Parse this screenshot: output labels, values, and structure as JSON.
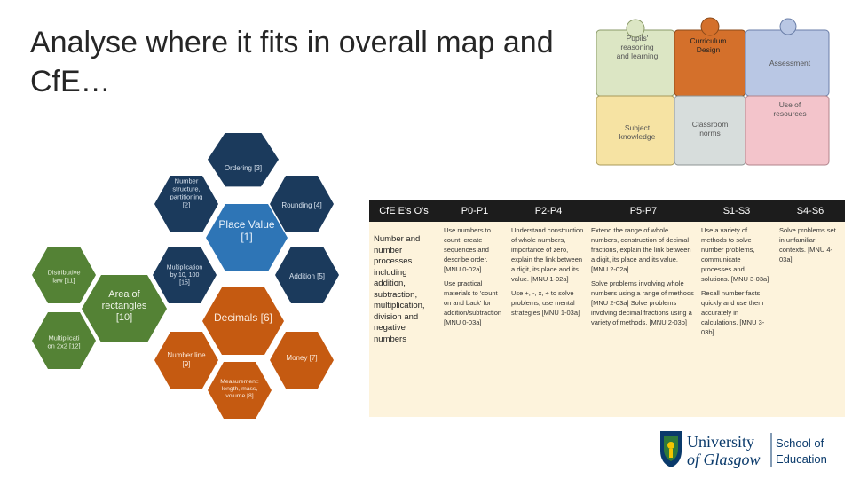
{
  "title": "Analyse where it fits in overall map and CfE…",
  "puzzle": {
    "pieces": [
      "Pupils' reasoning and learning",
      "Curriculum Design",
      "Assessment",
      "Subject knowledge",
      "Classroom norms",
      "Use of resources"
    ]
  },
  "hexagons": {
    "ordering": "Ordering [3]",
    "number_structure": "Number structure, partitioning [2]",
    "rounding": "Rounding [4]",
    "place_value": "Place Value [1]",
    "distributive": "Distributive law [11]",
    "multiplication": "Multiplication by 10, 100 [15]",
    "addition": "Addition [5]",
    "area": "Area of rectangles [10]",
    "decimals": "Decimals [6]",
    "multiplication_2x2": "Multiplicati on 2x2 [12]",
    "number_line": "Number line [9]",
    "money": "Money [7]",
    "measurement": "Measurement: length, mass, volume [8]"
  },
  "table": {
    "headers": [
      "CfE E's O's",
      "P0-P1",
      "P2-P4",
      "P5-P7",
      "S1-S3",
      "S4-S6"
    ],
    "row_label": "Number and number processes including addition, subtraction, multiplication, division and negative numbers",
    "p0_p1": [
      "Use numbers to count, create sequences and describe order. [MNU 0-02a]",
      "Use practical materials to 'count on and back' for addition/subtraction [MNU 0-03a]"
    ],
    "p2_p4": [
      "Understand construction of whole numbers, importance of zero, explain the link between a digit, its place and its value. [MNU 1-02a]",
      "Use +, -, x, ÷ to solve problems, use mental strategies [MNU 1-03a]"
    ],
    "p5_p7": [
      "Extend the range of whole numbers, construction of decimal fractions, explain the link between a digit, its place and its value. [MNU 2-02a]",
      "Solve problems involving whole numbers using a range of methods [MNU 2-03a] Solve problems involving decimal fractions using a variety of methods. [MNU 2-03b]"
    ],
    "s1_s3": [
      "Use a variety of methods to solve number problems, communicate processes and solutions. [MNU 3-03a]",
      "Recall number facts quickly and use them accurately in calculations. [MNU 3-03b]"
    ],
    "s4_s6": [
      "Solve problems set in unfamiliar contexts. [MNU 4-03a]"
    ]
  },
  "logo": {
    "line1": "University",
    "line2": "of Glasgow",
    "school1": "School of",
    "school2": "Education"
  },
  "colors": {
    "navy": "#1b3a5c",
    "teal": "#3d7fa0",
    "blue": "#2e75b6",
    "green": "#548235",
    "orange": "#c55a11",
    "table_bg": "#fdf3dc"
  }
}
